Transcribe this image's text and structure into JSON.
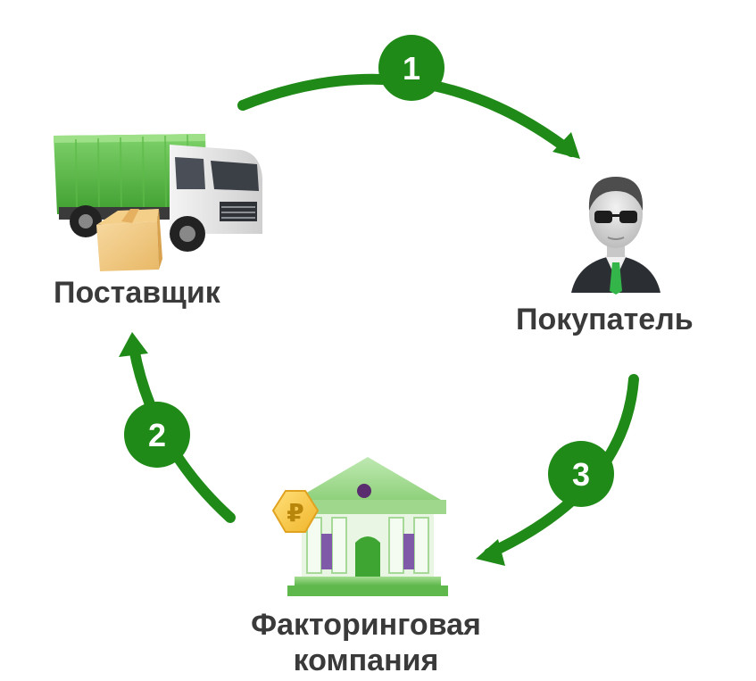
{
  "colors": {
    "arrow_green": "#1f8a17",
    "badge_green": "#1f8a17",
    "text": "#3a3a3a"
  },
  "nodes": {
    "supplier": {
      "label": "Поставщик",
      "icon": "truck-with-box-icon"
    },
    "buyer": {
      "label": "Покупатель",
      "icon": "businessman-avatar-icon"
    },
    "factoring": {
      "label_line1": "Факторинговая",
      "label_line2": "компания",
      "icon": "bank-building-icon",
      "badge_icon": "ruble-coin-icon",
      "badge_symbol": "₽"
    }
  },
  "steps": [
    {
      "number": "1",
      "from": "supplier",
      "to": "buyer"
    },
    {
      "number": "2",
      "from": "factoring",
      "to": "supplier"
    },
    {
      "number": "3",
      "from": "buyer",
      "to": "factoring"
    }
  ]
}
